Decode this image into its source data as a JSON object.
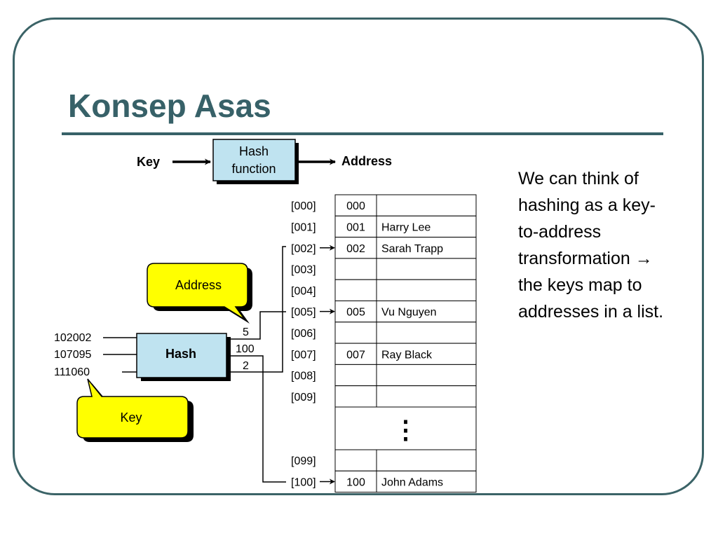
{
  "slide": {
    "title": "Konsep Asas",
    "description_lines": [
      "We can think of",
      "hashing as a key-",
      "to-address",
      "transformation →",
      "the keys map to",
      "addresses in a list."
    ]
  },
  "diagram": {
    "top_key_label": "Key",
    "top_box_line1": "Hash",
    "top_box_line2": "function",
    "top_address_label": "Address",
    "hash_box_label": "Hash",
    "callout_address": "Address",
    "callout_key": "Key",
    "input_keys": [
      "102002",
      "107095",
      "111060"
    ],
    "output_addresses": [
      "5",
      "100",
      "2"
    ],
    "table_rows": [
      {
        "index": "[000]",
        "addr": "000",
        "name": ""
      },
      {
        "index": "[001]",
        "addr": "001",
        "name": "Harry  Lee"
      },
      {
        "index": "[002]",
        "addr": "002",
        "name": "Sarah Trapp"
      },
      {
        "index": "[003]",
        "addr": "",
        "name": ""
      },
      {
        "index": "[004]",
        "addr": "",
        "name": ""
      },
      {
        "index": "[005]",
        "addr": "005",
        "name": "Vu Nguyen"
      },
      {
        "index": "[006]",
        "addr": "",
        "name": ""
      },
      {
        "index": "[007]",
        "addr": "007",
        "name": "Ray Black"
      },
      {
        "index": "[008]",
        "addr": "",
        "name": ""
      },
      {
        "index": "[009]",
        "addr": "",
        "name": ""
      },
      {
        "index": "[099]",
        "addr": "",
        "name": ""
      },
      {
        "index": "[100]",
        "addr": "100",
        "name": "John Adams"
      }
    ],
    "ellipsis": "⋮",
    "colors": {
      "hash_box_fill": "#bfe3f0",
      "callout_fill": "#ffff00",
      "frame": "#3b6367",
      "title": "#376168"
    }
  }
}
